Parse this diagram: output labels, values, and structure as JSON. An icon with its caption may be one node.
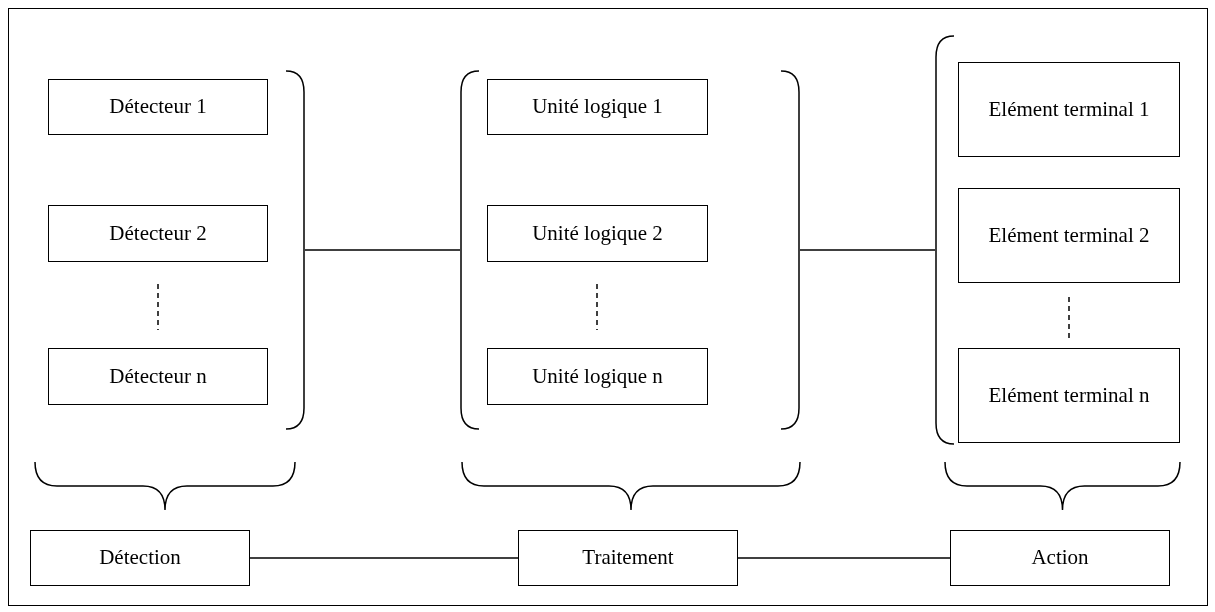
{
  "diagram": {
    "nodes": [
      {
        "text": [
          "Détecteur 1"
        ]
      },
      {
        "text": [
          "Détecteur 2"
        ]
      },
      {
        "text": [
          "Détecteur n"
        ]
      },
      {
        "text": [
          "Unité logique 1"
        ]
      },
      {
        "text": [
          "Unité logique 2"
        ]
      },
      {
        "text": [
          "Unité logique n"
        ]
      },
      {
        "text": [
          "Elément terminal 1"
        ]
      },
      {
        "text": [
          "Elément terminal 2"
        ]
      },
      {
        "text": [
          "Elément terminal n"
        ]
      },
      {
        "text": [
          "Détection"
        ]
      },
      {
        "text": [
          "Traitement"
        ]
      },
      {
        "text": [
          "Action"
        ]
      },
      {
        "text": [],
        "shape": "bracket"
      },
      {
        "text": [],
        "shape": "bracket"
      },
      {
        "text": [],
        "shape": "bracket"
      },
      {
        "text": [],
        "shape": "bracket"
      }
    ],
    "edges": [
      {
        "from": 12,
        "to": 13,
        "arrow": "none"
      },
      {
        "from": 14,
        "to": 15,
        "arrow": "none"
      },
      {
        "from": 9,
        "to": 10,
        "arrow": "none"
      },
      {
        "from": 10,
        "to": 11,
        "arrow": "none"
      }
    ]
  }
}
